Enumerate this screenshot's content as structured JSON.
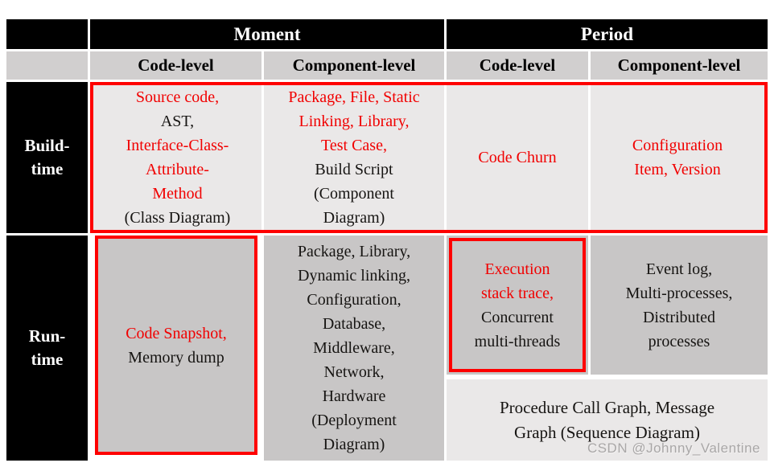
{
  "colors": {
    "red_text": "#f10000",
    "red_border": "#fe0000",
    "black_cell": "#000000",
    "header2_bg": "#d1cfcf",
    "light_cell_bg": "#eae8e8",
    "dark_cell_bg": "#c8c6c6",
    "body_text": "#161412",
    "watermark_text": "#a9a7a7"
  },
  "header": {
    "moment": "Moment",
    "period": "Period",
    "sub": [
      "Code-level",
      "Component-level",
      "Code-level",
      "Component-level"
    ]
  },
  "row_labels": {
    "build": "Build-\ntime",
    "run": "Run-\ntime"
  },
  "cells": {
    "build_moment_code": [
      {
        "t": "Source code,\n",
        "c": "red"
      },
      {
        "t": "AST,\n",
        "c": "black"
      },
      {
        "t": "Interface-Class-\nAttribute-\nMethod\n",
        "c": "red"
      },
      {
        "t": "(Class Diagram)",
        "c": "black"
      }
    ],
    "build_moment_component": [
      {
        "t": "Package, File, Static\nLinking, Library,\nTest Case,\n",
        "c": "red"
      },
      {
        "t": "Build Script\n(Component\nDiagram)",
        "c": "black"
      }
    ],
    "build_period_code": [
      {
        "t": "Code Churn",
        "c": "red"
      }
    ],
    "build_period_component": [
      {
        "t": "Configuration\nItem, Version",
        "c": "red"
      }
    ],
    "run_moment_code": [
      {
        "t": "Code Snapshot,\n",
        "c": "red"
      },
      {
        "t": "Memory dump",
        "c": "black"
      }
    ],
    "run_moment_component": [
      {
        "t": "Package, Library,\nDynamic linking,\nConfiguration,\nDatabase,\nMiddleware,\nNetwork,\nHardware\n(Deployment\nDiagram)",
        "c": "black"
      }
    ],
    "run_period_code": [
      {
        "t": "Execution\nstack trace,\n",
        "c": "red"
      },
      {
        "t": "Concurrent\nmulti-threads",
        "c": "black"
      }
    ],
    "run_period_component": [
      {
        "t": "Event log,\nMulti-processes,\nDistributed\nprocesses",
        "c": "black"
      }
    ],
    "run_period_span": [
      {
        "t": "Procedure Call Graph, Message\nGraph (Sequence Diagram)",
        "c": "black"
      }
    ]
  },
  "watermark": "CSDN @Johnny_Valentine"
}
